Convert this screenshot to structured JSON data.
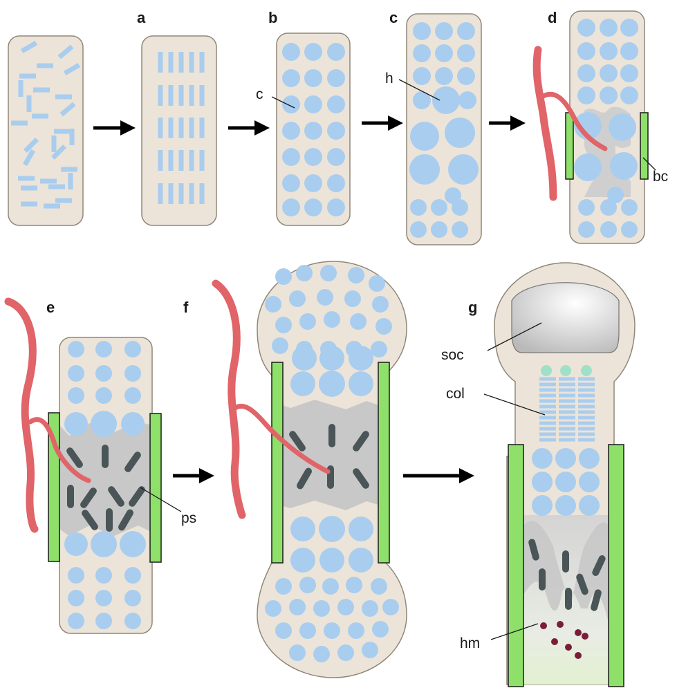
{
  "panels": {
    "a": "a",
    "b": "b",
    "c": "c",
    "d": "d",
    "e": "e",
    "f": "f",
    "g": "g"
  },
  "labels": {
    "c": "c",
    "h": "h",
    "bc": "bc",
    "ps": "ps",
    "soc": "soc",
    "col": "col",
    "hm": "hm"
  },
  "colors": {
    "cartilage_fill": "#ece4d8",
    "cartilage_stroke": "#8f8778",
    "chondrocyte": "#a9cdee",
    "bone_collar": "#8ee06a",
    "blood_vessel": "#e06468",
    "bone_grey": "#cfcfcf",
    "osteoblast_dark": "#4a5557",
    "marrow_dot": "#7a1e38",
    "ossification_center": "#e6e6e6"
  }
}
